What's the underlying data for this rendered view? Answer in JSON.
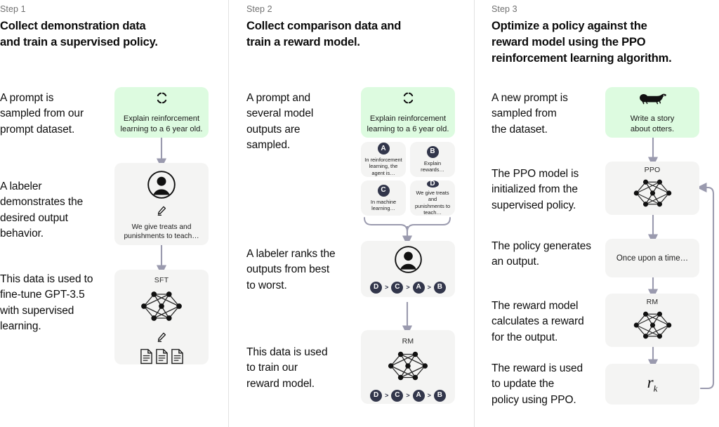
{
  "diagram": {
    "title": "InstructGPT / RLHF three-step training process",
    "accent_green": "#ddfbe0",
    "card_grey": "#f4f4f3",
    "chip_color": "#32364b",
    "arrow_color": "#9a9aae",
    "divider_color": "#e2e2e2"
  },
  "columns": [
    {
      "step_label": "Step 1",
      "title_line1": "Collect demonstration data",
      "title_line2": "and train a supervised policy.",
      "captions": [
        "A prompt is\nsampled from our\nprompt dataset.",
        "A labeler\ndemonstrates the\ndesired output\nbehavior.",
        "This data is used to\nfine-tune GPT-3.5\nwith supervised\nlearning."
      ],
      "cards": [
        {
          "kind": "prompt",
          "icon": "refresh-cycle-icon",
          "text": "Explain reinforcement\nlearning to a 6 year old."
        },
        {
          "kind": "labeler",
          "icon": "person-avatar-icon",
          "sub_icon": "pencil-icon",
          "text": "We give treats and\npunishments to teach…"
        },
        {
          "kind": "model",
          "label": "SFT",
          "icon": "neural-network-icon",
          "sub_icon": "pencil-icon",
          "extra_icon": "documents-icon"
        }
      ]
    },
    {
      "step_label": "Step 2",
      "title_line1": "Collect comparison data and",
      "title_line2": "train a reward model.",
      "captions": [
        "A prompt and\nseveral model\noutputs are\nsampled.",
        "A labeler ranks the\noutputs from best\nto worst.",
        "This data is used\nto train our\nreward model."
      ],
      "cards": [
        {
          "kind": "prompt",
          "icon": "refresh-cycle-icon",
          "text": "Explain reinforcement\nlearning to a 6 year old."
        },
        {
          "kind": "ranker",
          "icon": "person-avatar-icon"
        },
        {
          "kind": "model",
          "label": "RM",
          "icon": "neural-network-icon"
        }
      ],
      "outputs": [
        {
          "letter": "A",
          "text": "In reinforcement\nlearning, the\nagent is…"
        },
        {
          "letter": "B",
          "text": "Explain rewards…"
        },
        {
          "letter": "C",
          "text": "In machine\nlearning…"
        },
        {
          "letter": "D",
          "text": "We give treats and\npunishments to\nteach…"
        }
      ],
      "ranking": [
        "D",
        "C",
        "A",
        "B"
      ],
      "ranking_separator": ">"
    },
    {
      "step_label": "Step 3",
      "title_line1": "Optimize a policy against the",
      "title_line2": "reward model using the PPO",
      "title_line3": "reinforcement learning algorithm.",
      "captions": [
        "A new prompt is\nsampled from\nthe dataset.",
        "The PPO model is\ninitialized from the\nsupervised policy.",
        "The policy generates\nan output.",
        "The reward model\ncalculates a reward\nfor the output.",
        "The reward is used\nto update the\npolicy using PPO."
      ],
      "cards": [
        {
          "kind": "prompt",
          "icon": "otter-icon",
          "text": "Write a story\nabout otters."
        },
        {
          "kind": "model",
          "label": "PPO",
          "icon": "neural-network-icon"
        },
        {
          "kind": "output",
          "text": "Once upon a time…"
        },
        {
          "kind": "model",
          "label": "RM",
          "icon": "neural-network-icon"
        },
        {
          "kind": "reward",
          "text": "r",
          "subscript": "k"
        }
      ]
    }
  ]
}
